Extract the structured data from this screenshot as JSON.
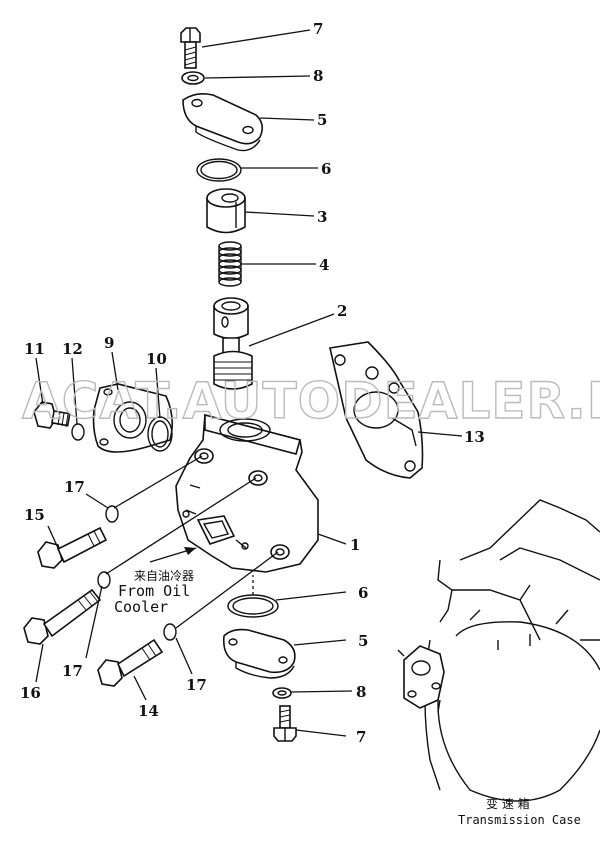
{
  "watermark": "ACAT.AUTODEALER.RU",
  "labels": {
    "n1": "1",
    "n2": "2",
    "n3": "3",
    "n4": "4",
    "n5_top": "5",
    "n5_bot": "5",
    "n6_top": "6",
    "n6_bot": "6",
    "n7_top": "7",
    "n7_bot": "7",
    "n8_top": "8",
    "n8_bot": "8",
    "n9": "9",
    "n10": "10",
    "n11": "11",
    "n12": "12",
    "n13": "13",
    "n14": "14",
    "n15": "15",
    "n16": "16",
    "n17_a": "17",
    "n17_b": "17",
    "n17_c": "17"
  },
  "captions": {
    "from_oil_zh": "来自油冷器",
    "from_oil_line1": "From Oil",
    "from_oil_line2": "Cooler",
    "transmission_zh": "变 速 箱",
    "transmission_en": "Transmission Case"
  }
}
